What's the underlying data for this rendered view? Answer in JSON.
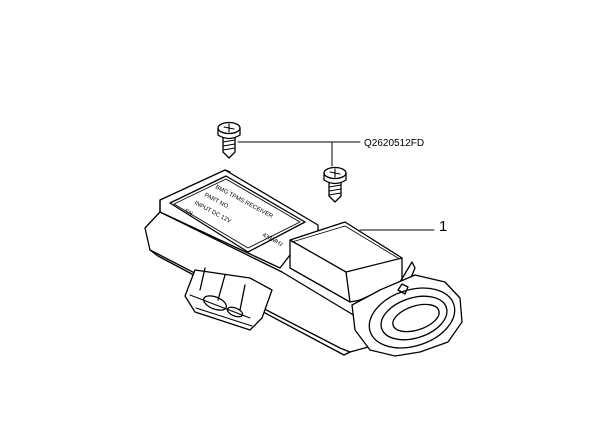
{
  "callouts": {
    "screw_part_number": "Q2620512FD",
    "main_item": "1"
  },
  "label_plate": {
    "lines": [
      "BMG TPMS RECEIVER",
      "PART NO.",
      "INPUT DC 12V",
      "SN",
      "433MHz"
    ]
  },
  "colors": {
    "line": "#000000",
    "background": "#ffffff"
  }
}
